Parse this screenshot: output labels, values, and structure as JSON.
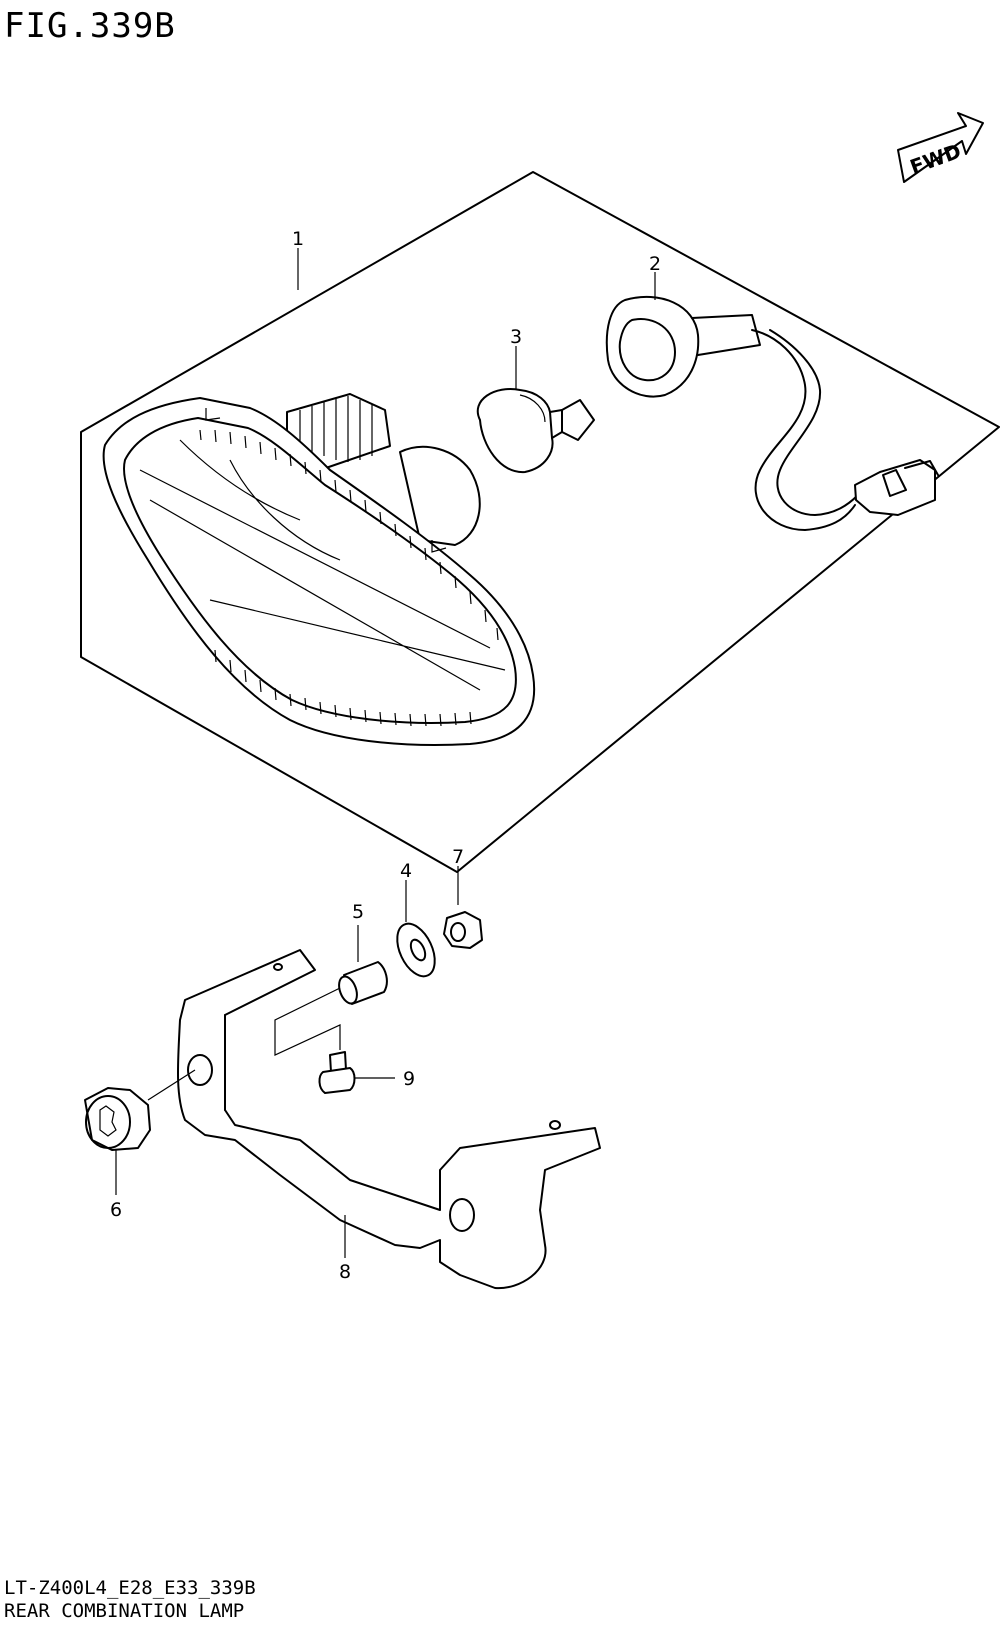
{
  "figure": {
    "title": "FIG.339B",
    "fwd_label": "FWD",
    "code": "LT-Z400L4_E28_E33_339B",
    "name": "REAR COMBINATION LAMP"
  },
  "callouts": [
    "1",
    "2",
    "3",
    "4",
    "5",
    "6",
    "7",
    "8",
    "9"
  ]
}
